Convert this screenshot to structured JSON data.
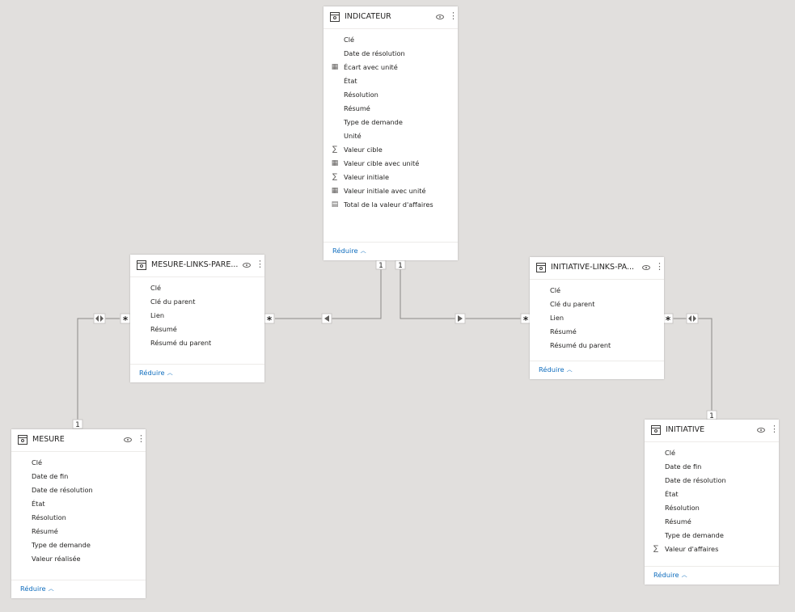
{
  "tables": {
    "indicateur": {
      "title": "INDICATEUR",
      "collapse_label": "Réduire",
      "fields": [
        {
          "label": "Clé",
          "icon": ""
        },
        {
          "label": "Date de résolution",
          "icon": ""
        },
        {
          "label": "Écart avec unité",
          "icon": "measure-icon"
        },
        {
          "label": "État",
          "icon": ""
        },
        {
          "label": "Résolution",
          "icon": ""
        },
        {
          "label": "Résumé",
          "icon": ""
        },
        {
          "label": "Type de demande",
          "icon": ""
        },
        {
          "label": "Unité",
          "icon": ""
        },
        {
          "label": "Valeur cible",
          "icon": "sigma-icon"
        },
        {
          "label": "Valeur cible avec unité",
          "icon": "measure-icon"
        },
        {
          "label": "Valeur initiale",
          "icon": "sigma-icon"
        },
        {
          "label": "Valeur initiale avec unité",
          "icon": "measure-icon"
        },
        {
          "label": "Total de la valeur d'affaires",
          "icon": "calculator-icon"
        }
      ]
    },
    "mesure_links": {
      "title": "MESURE-LINKS-PARE...",
      "collapse_label": "Réduire",
      "fields": [
        {
          "label": "Clé",
          "icon": ""
        },
        {
          "label": "Clé du parent",
          "icon": ""
        },
        {
          "label": "Lien",
          "icon": ""
        },
        {
          "label": "Résumé",
          "icon": ""
        },
        {
          "label": "Résumé du parent",
          "icon": ""
        }
      ]
    },
    "initiative_links": {
      "title": "INITIATIVE-LINKS-PA...",
      "collapse_label": "Réduire",
      "fields": [
        {
          "label": "Clé",
          "icon": ""
        },
        {
          "label": "Clé du parent",
          "icon": ""
        },
        {
          "label": "Lien",
          "icon": ""
        },
        {
          "label": "Résumé",
          "icon": ""
        },
        {
          "label": "Résumé du parent",
          "icon": ""
        }
      ]
    },
    "mesure": {
      "title": "MESURE",
      "collapse_label": "Réduire",
      "fields": [
        {
          "label": "Clé",
          "icon": ""
        },
        {
          "label": "Date de fin",
          "icon": ""
        },
        {
          "label": "Date de résolution",
          "icon": ""
        },
        {
          "label": "État",
          "icon": ""
        },
        {
          "label": "Résolution",
          "icon": ""
        },
        {
          "label": "Résumé",
          "icon": ""
        },
        {
          "label": "Type de demande",
          "icon": ""
        },
        {
          "label": "Valeur réalisée",
          "icon": ""
        }
      ]
    },
    "initiative": {
      "title": "INITIATIVE",
      "collapse_label": "Réduire",
      "fields": [
        {
          "label": "Clé",
          "icon": ""
        },
        {
          "label": "Date de fin",
          "icon": ""
        },
        {
          "label": "Date de résolution",
          "icon": ""
        },
        {
          "label": "État",
          "icon": ""
        },
        {
          "label": "Résolution",
          "icon": ""
        },
        {
          "label": "Résumé",
          "icon": ""
        },
        {
          "label": "Type de demande",
          "icon": ""
        },
        {
          "label": "Valeur d'affaires",
          "icon": "sigma-icon"
        }
      ]
    }
  },
  "relationships": {
    "one": "1",
    "many": "*"
  },
  "colors": {
    "canvas": "#e1dfdd",
    "line": "#8a8886",
    "link": "#106ebe"
  }
}
